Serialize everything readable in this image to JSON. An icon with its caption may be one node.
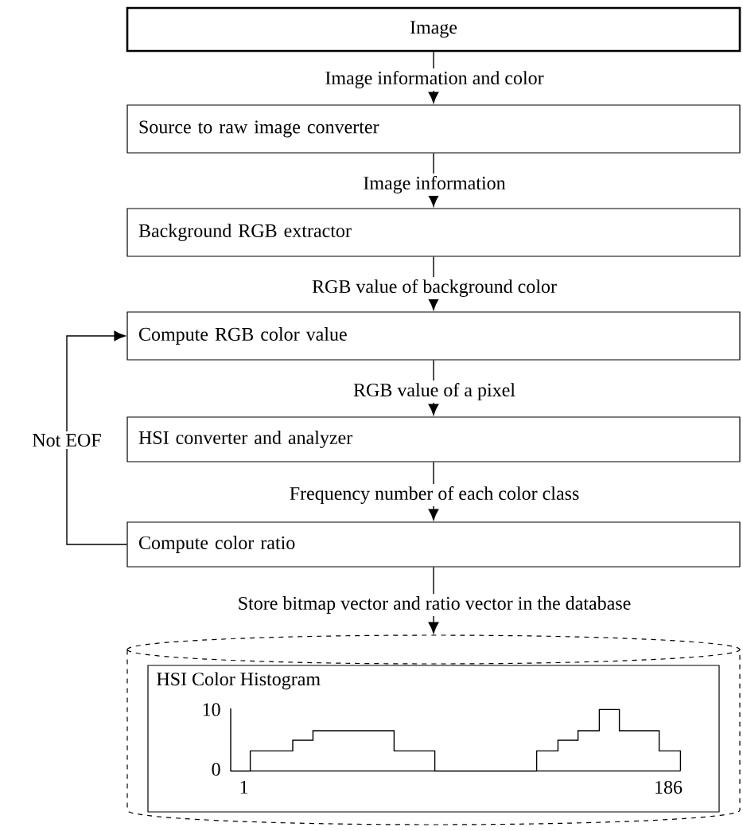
{
  "diagram": {
    "nodes": [
      {
        "text": [
          "Image"
        ]
      },
      {
        "text": [
          "Source to raw image converter"
        ]
      },
      {
        "text": [
          "Background RGB extractor"
        ]
      },
      {
        "text": [
          "Compute RGB color value"
        ]
      },
      {
        "text": [
          "HSI converter and analyzer"
        ]
      },
      {
        "text": [
          "Compute color ratio"
        ]
      },
      {
        "text": [],
        "shape": "cylinder"
      },
      {
        "text": [
          "HSI Color Histogram"
        ],
        "in": 6
      }
    ],
    "edges": [
      {
        "from": 0,
        "to": 1,
        "arrow": "to",
        "label": "Image information and color"
      },
      {
        "from": 1,
        "to": 2,
        "arrow": "to",
        "label": "Image information"
      },
      {
        "from": 2,
        "to": 3,
        "arrow": "to",
        "label": "RGB value of background color"
      },
      {
        "from": 3,
        "to": 4,
        "arrow": "to",
        "label": "RGB value of a pixel"
      },
      {
        "from": 4,
        "to": 5,
        "arrow": "to",
        "label": "Frequency number of each color class"
      },
      {
        "from": 5,
        "to": 6,
        "arrow": "to",
        "label": "Store bitmap vector and ratio vector in the database"
      },
      {
        "from": 5,
        "to": 3,
        "arrow": "to",
        "label": "Not EOF"
      }
    ],
    "labels": [
      "10",
      "0",
      "1",
      "186"
    ]
  }
}
